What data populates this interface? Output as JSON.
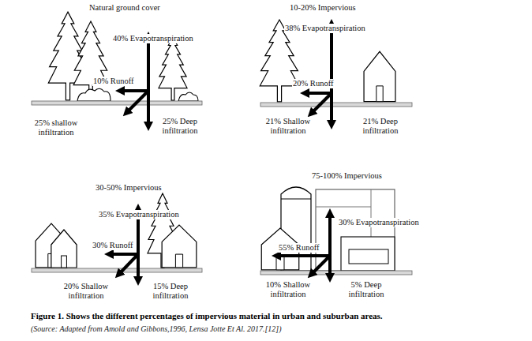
{
  "diagram": {
    "caption": "Figure 1. Shows the different percentages of impervious material in urban and suburban areas.",
    "labels": [
      "Natural ground cover",
      "40% Evapotranspiration",
      "10% Runoff",
      "25% shallow infiltration",
      "25% Deep infiltration",
      "10-20% Impervious",
      "38% Evapotranspiration",
      "20% Runoff",
      "21% Shallow infiltration",
      "21% Deep infiltration",
      "30-50% Impervious",
      "35% Evapotranspiration",
      "30% Runoff",
      "20% Shallow infiltration",
      "15% Deep infiltration",
      "75-100% Impervious",
      "30% Evapotranspiration",
      "55% Runoff",
      "10% Shallow infiltration",
      "5% Deep infiltration",
      "(Source: Adapted from Amold and Gibbons,1996, Lensa Jotte Et Al. 2017.[12])"
    ]
  }
}
